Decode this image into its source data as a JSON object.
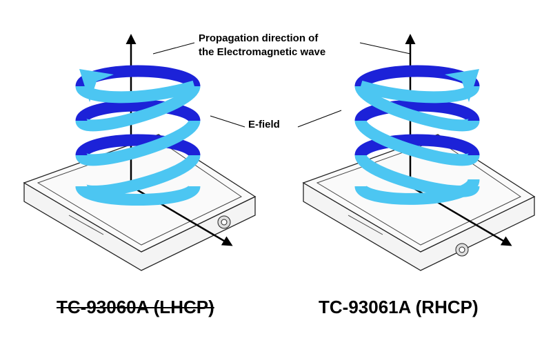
{
  "labels": {
    "propagation_line1": "Propagation direction of",
    "propagation_line2": "the Electromagnetic wave",
    "efield": "E-field"
  },
  "antennas": [
    {
      "model": "TC-93060A (LHCP)",
      "struck_through": true,
      "polarization": "left-hand"
    },
    {
      "model": "TC-93061A (RHCP)",
      "struck_through": false,
      "polarization": "right-hand"
    }
  ],
  "colors": {
    "front_coil": "#4cc6f2",
    "back_coil": "#1c22d8",
    "line": "#000000"
  }
}
